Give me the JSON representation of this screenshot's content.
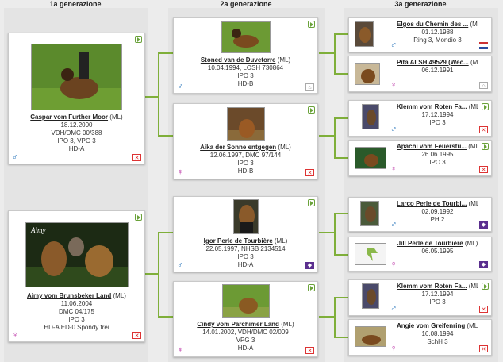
{
  "headers": [
    "1a generazione",
    "2a generazione",
    "3a generazione"
  ],
  "gen1": [
    {
      "name": "Caspar vom Further Moor",
      "reg": "(ML)",
      "lines": [
        "18.12.2000",
        "VDH/DMC 00/388",
        "IPO 3, VPG 3",
        "HD-A"
      ],
      "sex": "♂",
      "badge": "b-red"
    },
    {
      "name": "Aimy vom Brunsbeker Land",
      "reg": "(ML)",
      "lines": [
        "11.06.2004",
        "DMC 04/175",
        "IPO 3",
        "HD-A ED-0 Spondy frei"
      ],
      "sex": "♀",
      "badge": "b-red"
    }
  ],
  "gen2": [
    {
      "name": "Stoned van de Duvetorre",
      "reg": "(ML)",
      "lines": [
        "10.04.1994, LOSH 730864",
        "IPO 3",
        "HD-B"
      ],
      "sex": "♂",
      "badge": "b-gray"
    },
    {
      "name": "Aika der Sonne entgegen",
      "reg": "(ML)",
      "lines": [
        "12.06.1997, DMC 97/144",
        "IPO 3",
        "HD-B"
      ],
      "sex": "♀",
      "badge": "b-red"
    },
    {
      "name": "Igor Perle de Tourbière",
      "reg": "(ML)",
      "lines": [
        "22.05.1997, NHSB 2134514",
        "IPO 3",
        "HD-A"
      ],
      "sex": "♂",
      "badge": "b-purple"
    },
    {
      "name": "Cindy vom Parchimer Land",
      "reg": "(ML)",
      "lines": [
        "14.01.2002, VDH/DMC 02/009",
        "VPG 3",
        "HD-A"
      ],
      "sex": "♀",
      "badge": "b-red"
    }
  ],
  "gen3": [
    {
      "name": "Elgos du Chemin des ...",
      "reg": "(ML)",
      "lines": [
        "01.12.1988",
        "Ring 3, Mondio 3"
      ],
      "sex": "♂",
      "badge": "b-flag"
    },
    {
      "name": "Pita ALSH 49529 (Wec...",
      "reg": "(ML)",
      "lines": [
        "06.12.1991"
      ],
      "sex": "♀",
      "badge": "b-gray"
    },
    {
      "name": "Klemm vom Roten Fa...",
      "reg": "(ML)",
      "lines": [
        "17.12.1994",
        "IPO 3"
      ],
      "sex": "♂",
      "badge": "b-red"
    },
    {
      "name": "Apachi vom Feuerstu...",
      "reg": "(ML)",
      "lines": [
        "26.06.1995",
        "IPO 3"
      ],
      "sex": "♀",
      "badge": "b-red"
    },
    {
      "name": "Larco Perle de Tourbi...",
      "reg": "(ML)",
      "lines": [
        "02.09.1992",
        "PH 2"
      ],
      "sex": "♂",
      "badge": "b-purple"
    },
    {
      "name": "Jill Perle de Tourbière",
      "reg": "(ML)",
      "lines": [
        "06.05.1995"
      ],
      "sex": "♀",
      "badge": "b-purple"
    },
    {
      "name": "Klemm vom Roten Fa...",
      "reg": "(ML)",
      "lines": [
        "17.12.1994",
        "IPO 3"
      ],
      "sex": "♂",
      "badge": "b-red"
    },
    {
      "name": "Angie vom Greifenring",
      "reg": "(ML)",
      "lines": [
        "16.08.1994",
        "SchH 3"
      ],
      "sex": "♀",
      "badge": "b-red"
    }
  ],
  "photo_caption": "Aimy"
}
